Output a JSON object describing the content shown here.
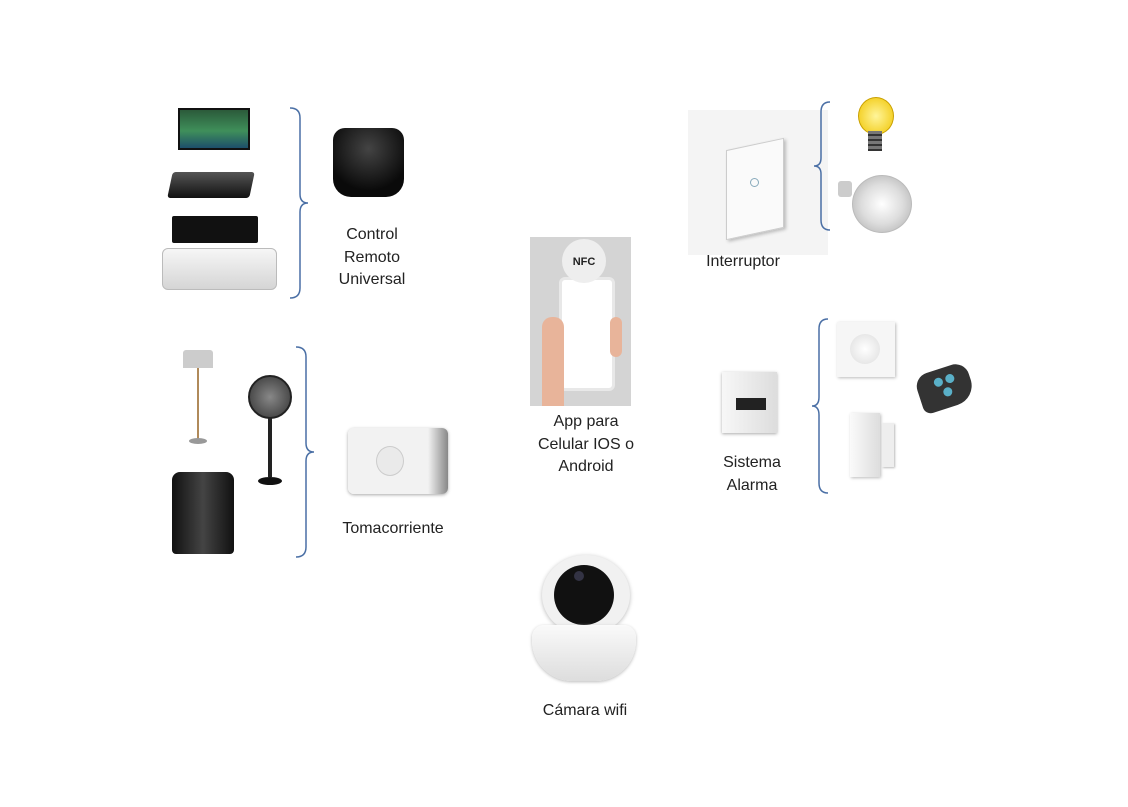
{
  "title": "Ecosistema de dispositivos inteligentes",
  "groups": {
    "remote": {
      "label_lines": [
        "Control",
        "Remoto",
        "Universal"
      ],
      "devices": [
        "tv-icon",
        "dvd-player-icon",
        "set-top-box-icon",
        "air-conditioner-icon"
      ]
    },
    "outlet": {
      "label": "Tomacorriente",
      "devices": [
        "floor-lamp-icon",
        "fan-icon",
        "coffee-maker-icon"
      ]
    },
    "app": {
      "label_lines": [
        "App para",
        "Celular IOS o",
        "Android"
      ],
      "nfc_text": "NFC"
    },
    "camera": {
      "label": "Cámara wifi"
    },
    "switch": {
      "label": "Interruptor",
      "devices": [
        "light-bulb-icon",
        "led-bulb-icon"
      ]
    },
    "alarm": {
      "label_lines": [
        "Sistema",
        "Alarma"
      ],
      "devices": [
        "motion-sensor-icon",
        "key-fob-remote-icon",
        "door-sensor-icon"
      ]
    }
  },
  "colors": {
    "bracket": "#4a6fa5",
    "text": "#222222"
  }
}
